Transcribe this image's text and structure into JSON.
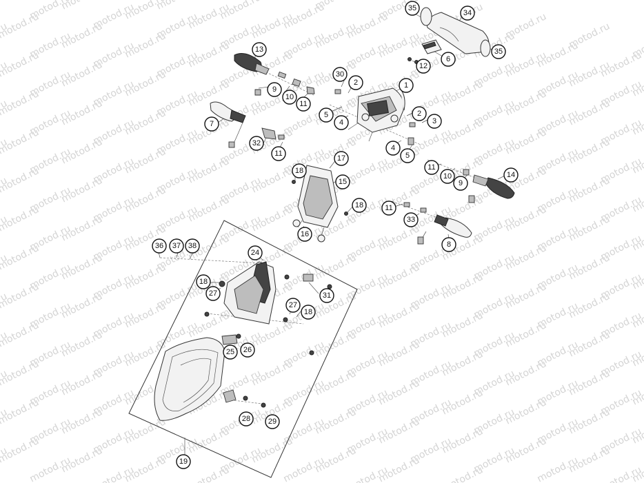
{
  "watermark": "motod.ru",
  "callouts": [
    "35",
    "34",
    "6",
    "35",
    "13",
    "12",
    "30",
    "2",
    "1",
    "9",
    "10",
    "11",
    "5",
    "4",
    "2",
    "3",
    "7",
    "32",
    "11",
    "4",
    "5",
    "17",
    "18",
    "15",
    "11",
    "10",
    "9",
    "14",
    "18",
    "11",
    "33",
    "8",
    "16",
    "36",
    "37",
    "38",
    "24",
    "18",
    "27",
    "31",
    "27",
    "18",
    "25",
    "26",
    "28",
    "29",
    "19"
  ]
}
